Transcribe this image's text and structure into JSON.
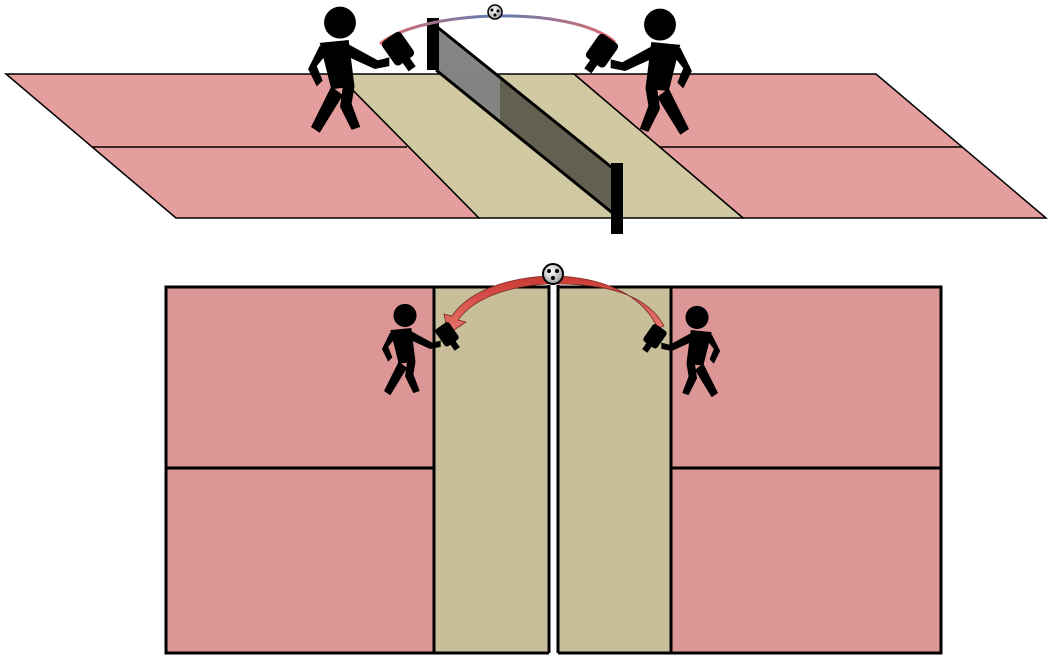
{
  "diagram": {
    "subject": "pickleball-court",
    "views": [
      "perspective",
      "top-down"
    ],
    "colors": {
      "service_area_perspective": "#E59E9E",
      "service_area_top": "#DC9696",
      "kitchen_perspective": "#D0C9A2",
      "kitchen_top": "#C8BF9A",
      "net_mesh_light": "#8A8A8A",
      "net_mesh_dark": "#555548",
      "lines": "#000000",
      "player": "#000000",
      "trajectory_arrow": "#D9473F",
      "trajectory_line": "#5B7EB5"
    },
    "icons": {
      "player": "player-with-paddle-icon",
      "ball": "pickleball-icon",
      "shot": "curved-arrow-icon"
    }
  }
}
